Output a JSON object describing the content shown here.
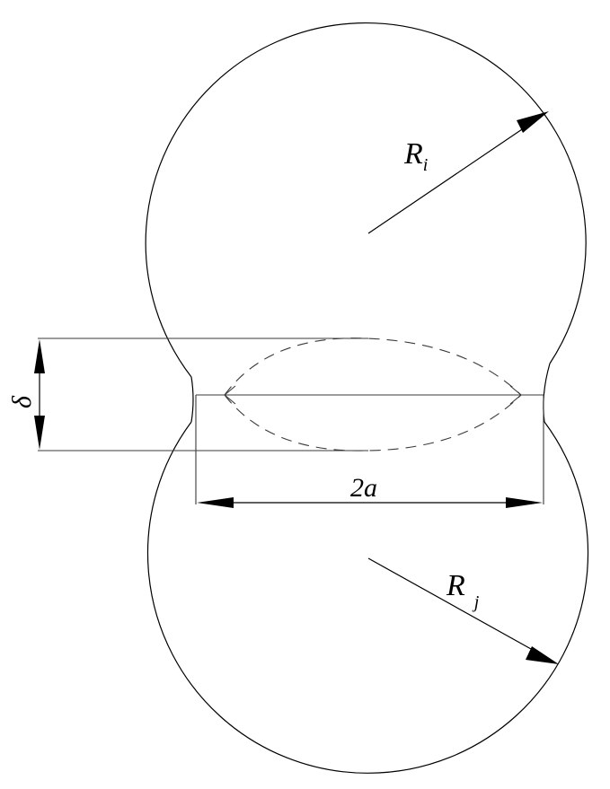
{
  "labels": {
    "radius_top": "R",
    "radius_top_sub": "i",
    "radius_bottom": "R",
    "radius_bottom_sub": "j",
    "neck_width": "2a",
    "overlap": "δ"
  },
  "colors": {
    "stroke": "#000000",
    "guide": "#3a3a3a",
    "background": "#ffffff"
  }
}
